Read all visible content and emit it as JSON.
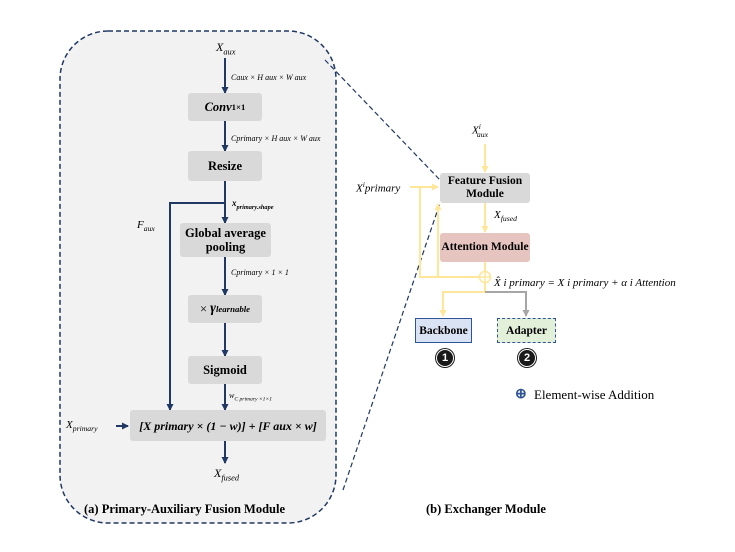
{
  "left": {
    "x_aux": "X",
    "x_aux_sub": "aux",
    "dim1_main": "C",
    "dim1_text": "aux × H aux × W aux",
    "conv_label": "Conv",
    "conv_sub": "1×1",
    "dim2_text": "primary × H aux × W aux",
    "resize_label": "Resize",
    "shape_label": "x",
    "shape_sub": "primary.shape",
    "f_aux": "F",
    "f_aux_sub": "aux",
    "gap_label": "Global average pooling",
    "dim3_text": "primary × 1 × 1",
    "gamma_prefix": "×",
    "gamma_symbol": "γ",
    "gamma_sub": "learnable",
    "sigmoid_label": "Sigmoid",
    "w_label": "w",
    "w_sub": "C primary ×1×1",
    "x_primary": "X",
    "x_primary_sub": "primary",
    "formula": "[X primary × (1 − w)] + [F aux × w]",
    "x_fused": "X",
    "x_fused_sub": "fused",
    "caption": "(a) Primary-Auxiliary Fusion Module"
  },
  "right": {
    "x_aux": "X",
    "x_aux_sup": "i",
    "x_aux_sub": "aux",
    "x_primary": "X",
    "x_primary_sup": "i",
    "x_primary_sub": "primary",
    "ffm_label": "Feature Fusion Module",
    "x_fused": "X",
    "x_fused_sub": "fused",
    "attn_label": "Attention Module",
    "update_eq": "X̂ i primary = X i primary + α i Attention",
    "backbone_label": "Backbone",
    "adapter_label": "Adapter",
    "badge1": "1",
    "badge2": "2",
    "legend_symbol": "⊕",
    "legend_text": "Element-wise Addition",
    "caption": "(b) Exchanger Module"
  },
  "colors": {
    "navy_arrow": "#203864",
    "yellow_arrow": "#ffe699",
    "grey_box": "#d9d9d9",
    "attention_fill": "#e6c4c0",
    "backbone_fill": "#dae3f3",
    "adapter_fill": "#e2f0d9",
    "adapter_border": "#2f5597"
  }
}
